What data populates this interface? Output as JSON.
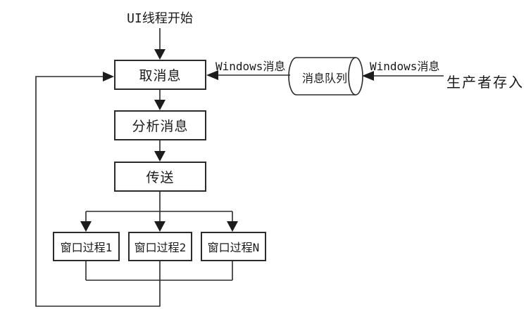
{
  "diagram": {
    "kind": "flowchart",
    "nodes": {
      "start_label": "UI线程开始",
      "get_message": "取消息",
      "analyze_message": "分析消息",
      "dispatch": "传送",
      "window_proc_1": "窗口过程1",
      "window_proc_2": "窗口过程2",
      "window_proc_n": "窗口过程N",
      "message_queue": "消息队列"
    },
    "labels": {
      "windows_message_left": "Windows消息",
      "windows_message_right": "Windows消息",
      "producer_store": "生产者存入"
    },
    "colors": {
      "line": "#2b2b2b",
      "text": "#1a1a1a",
      "background": "#ffffff"
    }
  }
}
